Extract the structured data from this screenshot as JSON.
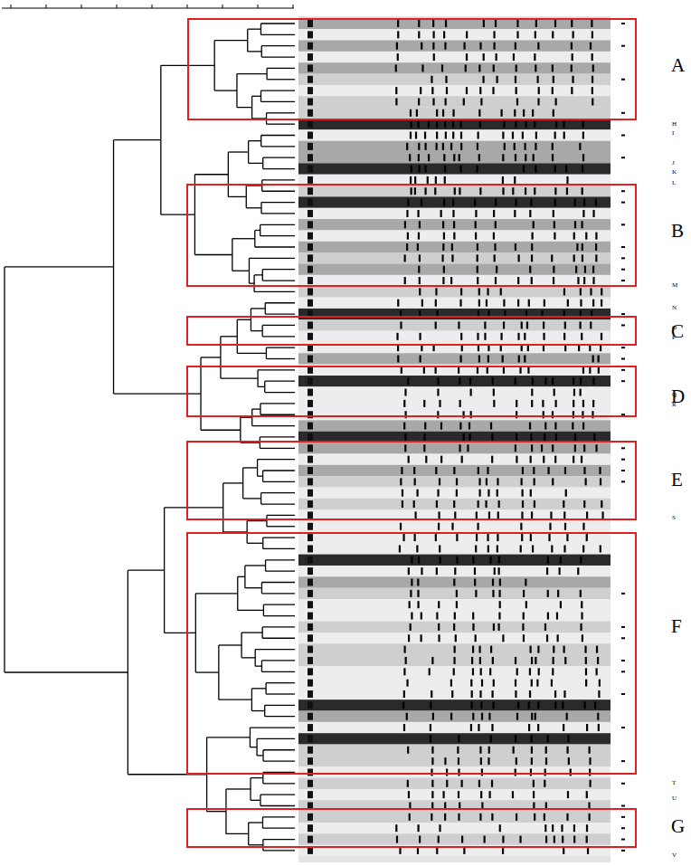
{
  "diagram": {
    "nodes": [
      {
        "text": [
          "A"
        ]
      },
      {
        "text": [
          "B"
        ]
      },
      {
        "text": [
          "C"
        ]
      },
      {
        "text": [
          "D"
        ]
      },
      {
        "text": [
          "E"
        ]
      },
      {
        "text": [
          "F"
        ]
      },
      {
        "text": [
          "G"
        ]
      }
    ],
    "labels": [
      "H",
      "I",
      "J",
      "K",
      "L",
      "M",
      "N",
      "O",
      "P",
      "Q",
      "R",
      "S",
      "T",
      "U",
      "V"
    ]
  }
}
